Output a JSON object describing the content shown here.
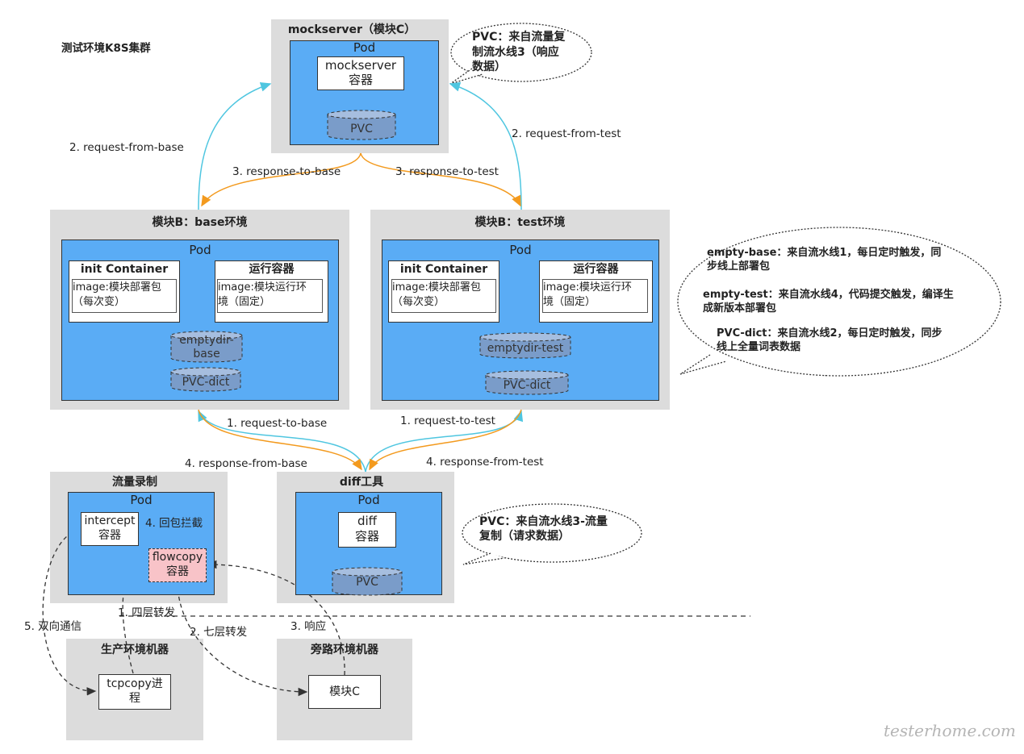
{
  "cluster_label": "测试环境K8S集群",
  "mockserver": {
    "title": "mockserver（模块C）",
    "pod": "Pod",
    "container_line1": "mockserver",
    "container_line2": "容器",
    "pvc": "PVC",
    "pvc_note_line1": "PVC：来自流量复",
    "pvc_note_line2": "制流水线3（响应",
    "pvc_note_line3": "数据）"
  },
  "base_env": {
    "title": "模块B：base环境",
    "pod": "Pod",
    "init_title": "init Container",
    "init_image_line1": "image:模块部署包",
    "init_image_line2": "（每次变）",
    "run_title": "运行容器",
    "run_image_line1": "image:模块运行环",
    "run_image_line2": "境（固定）",
    "emptydir_line1": "emptydir-",
    "emptydir_line2": "base",
    "pvc_dict": "PVC-dict"
  },
  "test_env": {
    "title": "模块B：test环境",
    "pod": "Pod",
    "init_title": "init Container",
    "init_image_line1": "image:模块部署包",
    "init_image_line2": "（每次变）",
    "run_title": "运行容器",
    "run_image_line1": "image:模块运行环",
    "run_image_line2": "境（固定）",
    "emptydir": "emptydir-test",
    "pvc_dict": "PVC-dict"
  },
  "big_note": {
    "line1": "empty-base：来自流水线1，每日定时触发，同",
    "line2": "步线上部署包",
    "line3": "empty-test：来自流水线4，代码提交触发，编译生",
    "line4": "成新版本部署包",
    "line5": "PVC-dict：来自流水线2，每日定时触发，同步",
    "line6": "线上全量词表数据"
  },
  "flow_record": {
    "title": "流量录制",
    "pod": "Pod",
    "intercept_line1": "intercept",
    "intercept_line2": "容器",
    "flowcopy_line1": "flowcopy",
    "flowcopy_line2": "容器",
    "intercept_label": "4. 回包拦截"
  },
  "diff_tool": {
    "title": "diff工具",
    "pod": "Pod",
    "diff_line1": "diff",
    "diff_line2": "容器",
    "pvc": "PVC",
    "pvc_note_line1": "PVC：来自流水线3-流量",
    "pvc_note_line2": "复制（请求数据）"
  },
  "prod_machine": {
    "title": "生产环境机器",
    "tcpcopy_line1": "tcpcopy进",
    "tcpcopy_line2": "程"
  },
  "bypass_machine": {
    "title": "旁路环境机器",
    "module_c": "模块C"
  },
  "edge_labels": {
    "req_from_base": "2. request-from-base",
    "req_from_test": "2. request-from-test",
    "resp_to_base": "3. response-to-base",
    "resp_to_test": "3. response-to-test",
    "req_to_base": "1. request-to-base",
    "req_to_test": "1. request-to-test",
    "resp_from_base": "4. response-from-base",
    "resp_from_test": "4. response-from-test",
    "l4_forward": "1. 四层转发",
    "bidirectional": "5. 双向通信",
    "l7_forward": "2. 七层转发",
    "response": "3. 响应"
  },
  "watermark": "testerhome.com",
  "colors": {
    "pod_blue": "#5aacf5",
    "group_gray": "#dcdcdc",
    "request_cyan": "#4fc6e0",
    "response_orange": "#f39a1e",
    "flowcopy_pink": "#f8c3c8"
  }
}
